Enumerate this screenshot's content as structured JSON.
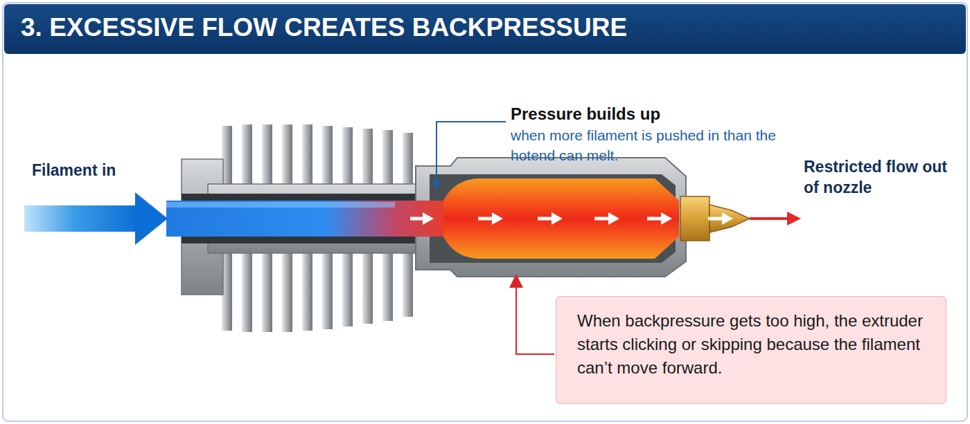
{
  "diagram": {
    "title": "3. EXCESSIVE FLOW CREATES BACKPRESSURE",
    "nodes": [
      {
        "text": [
          "When backpressure gets too high, the extruder starts clicking or skipping because the filament can’t move forward."
        ]
      }
    ],
    "labels": [
      "Filament in",
      "Pressure builds up",
      "when more filament is pushed in than the hotend can melt.",
      "Restricted flow out of nozzle"
    ]
  }
}
